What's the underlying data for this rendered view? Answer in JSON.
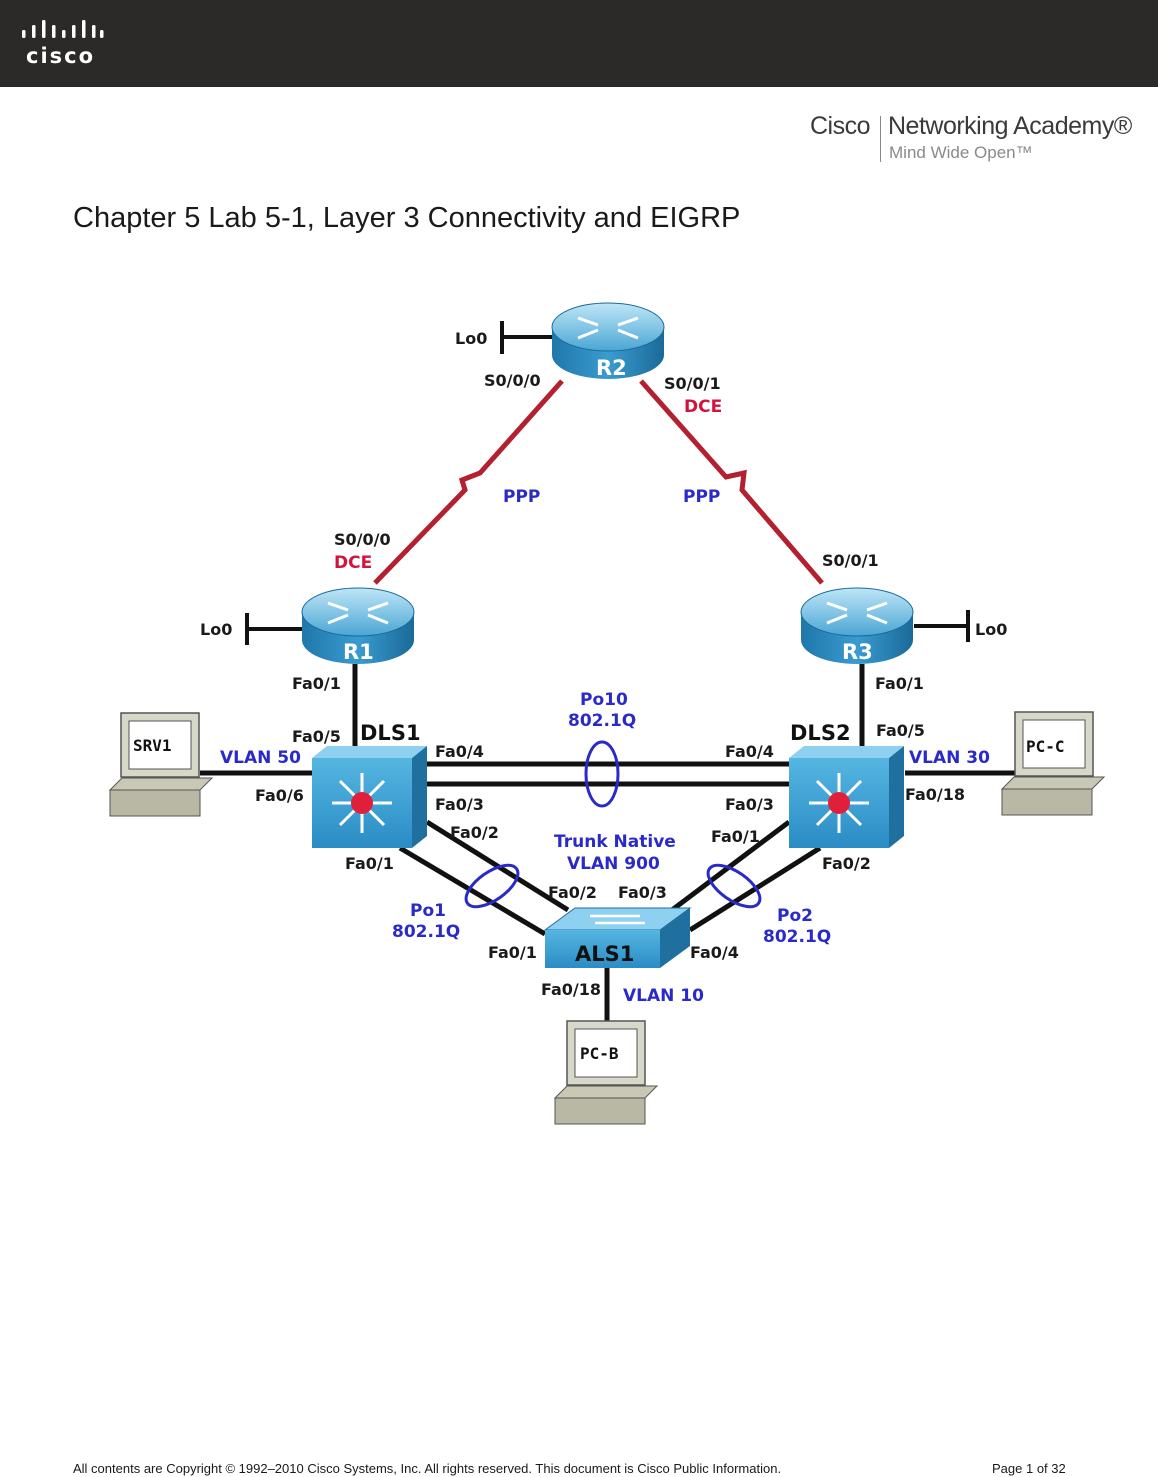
{
  "header": {
    "logo_text": "cisco",
    "brand": "Cisco",
    "product": "Networking Academy®",
    "tagline": "Mind Wide Open™"
  },
  "document": {
    "title": "Chapter 5 Lab 5-1, Layer 3 Connectivity and EIGRP"
  },
  "diagram": {
    "devices": {
      "r1": "R1",
      "r2": "R2",
      "r3": "R3",
      "dls1": "DLS1",
      "dls2": "DLS2",
      "als1": "ALS1",
      "srv1": "SRV1",
      "pcb": "PC-B",
      "pcc": "PC-C"
    },
    "loopback": "Lo0",
    "ppp": "PPP",
    "dce": "DCE",
    "interfaces": {
      "s000": "S0/0/0",
      "s001": "S0/0/1",
      "fa01": "Fa0/1",
      "fa02": "Fa0/2",
      "fa03": "Fa0/3",
      "fa04": "Fa0/4",
      "fa05": "Fa0/5",
      "fa06": "Fa0/6",
      "fa018": "Fa0/18"
    },
    "vlans": {
      "v10": "VLAN 10",
      "v30": "VLAN 30",
      "v50": "VLAN 50"
    },
    "po10": "Po10",
    "po1": "Po1",
    "po2": "Po2",
    "dot1q": "802.1Q",
    "trunk_native_1": "Trunk Native",
    "trunk_native_2": "VLAN 900"
  },
  "footer": {
    "copyright": "All contents are Copyright © 1992–2010 Cisco Systems, Inc. All rights reserved. This document is Cisco Public Information.",
    "page": "Page 1 of 32"
  }
}
